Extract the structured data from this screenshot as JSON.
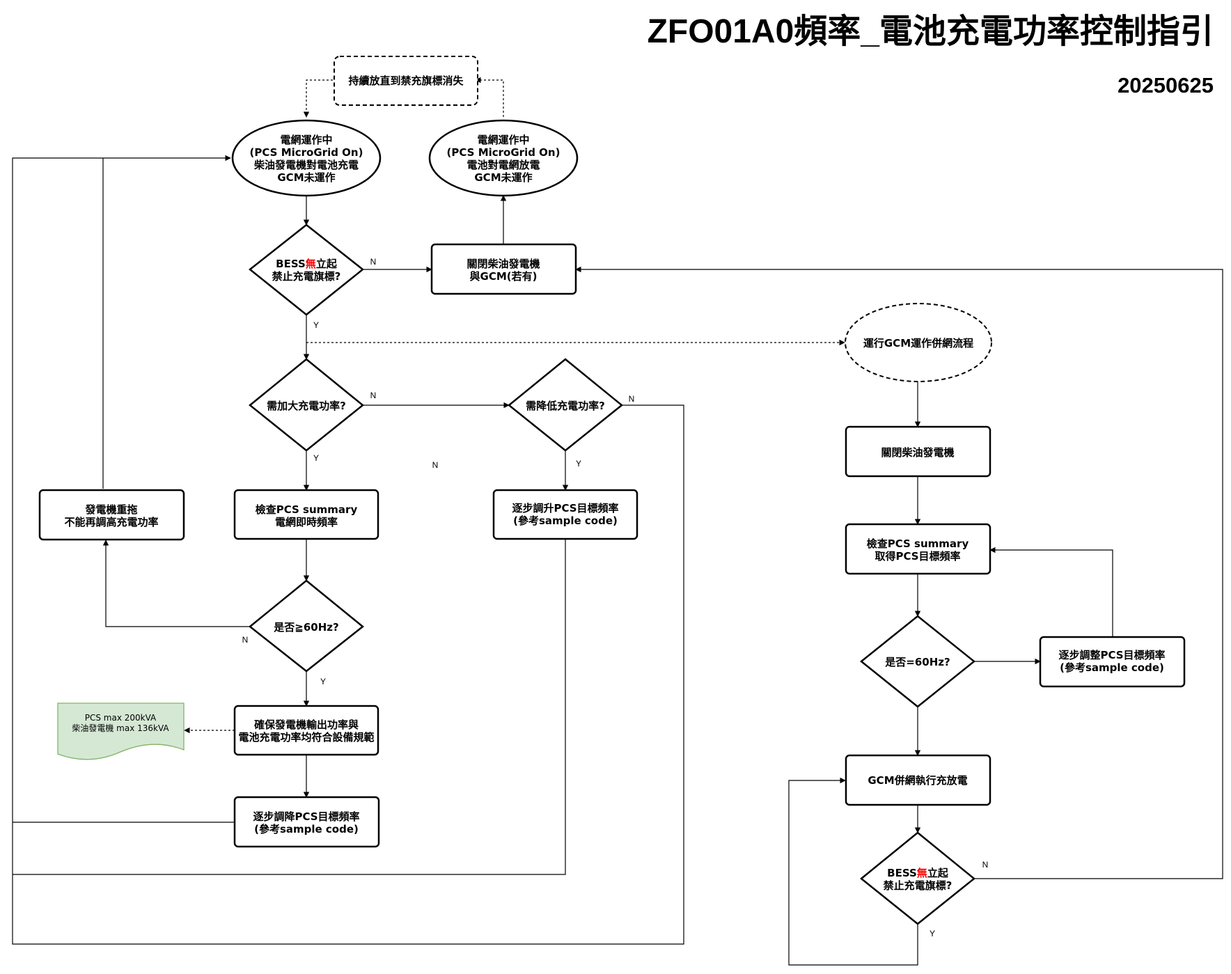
{
  "header": {
    "title": "ZFO01A0頻率_電池充電功率控制指引",
    "date": "20250625"
  },
  "nodes": {
    "continue_discharge": [
      "持續放直到禁充旗標消失"
    ],
    "grid_charging": [
      "電網運作中",
      "(PCS MicroGrid On)",
      "柴油發電機對電池充電",
      "GCM未運作"
    ],
    "grid_discharging": [
      "電網運作中",
      "(PCS MicroGrid On)",
      "電池對電網放電",
      "GCM未運作"
    ],
    "bess_flag_check_1": {
      "line1_pre": "BESS",
      "line1_red": "無",
      "line1_post": "立起",
      "line2": "禁止充電旗標?"
    },
    "shutdown_genset_gcm": [
      "關閉柴油發電機",
      "與GCM(若有)"
    ],
    "gcm_grid_process": [
      "運行GCM運作併網流程"
    ],
    "increase_charge": [
      "需加大充電功率?"
    ],
    "decrease_charge": [
      "需降低充電功率?"
    ],
    "genset_overload": [
      "發電機重拖",
      "不能再調高充電功率"
    ],
    "check_summary_freq": [
      "檢查PCS summary",
      "電網即時頻率"
    ],
    "raise_target_freq": [
      "逐步調升PCS目標頻率",
      "(參考sample code)"
    ],
    "shutdown_genset": [
      "關閉柴油發電機"
    ],
    "check_summary_target": [
      "檢查PCS summary",
      "取得PCS目標頻率"
    ],
    "freq_ge_60": [
      "是否≧60Hz?"
    ],
    "freq_eq_60": [
      "是否=60Hz?"
    ],
    "adjust_target_freq": [
      "逐步調整PCS目標頻率",
      "(參考sample code)"
    ],
    "ensure_power_spec": [
      "確保發電機輸出功率與",
      "電池充電功率均符合設備規範"
    ],
    "spec_note": [
      "PCS max 200kVA",
      "柴油發電機 max 136kVA"
    ],
    "gcm_execute": [
      "GCM併網執行充放電"
    ],
    "lower_target_freq": [
      "逐步調降PCS目標頻率",
      "(參考sample code)"
    ],
    "bess_flag_check_2": {
      "line1_pre": "BESS",
      "line1_red": "無",
      "line1_post": "立起",
      "line2": "禁止充電旗標?"
    }
  },
  "edge_labels": {
    "yes": "Y",
    "no": "N"
  },
  "colors": {
    "highlight": "#ff0000",
    "note_fill": "#d5e8d4",
    "note_stroke": "#82b366"
  }
}
